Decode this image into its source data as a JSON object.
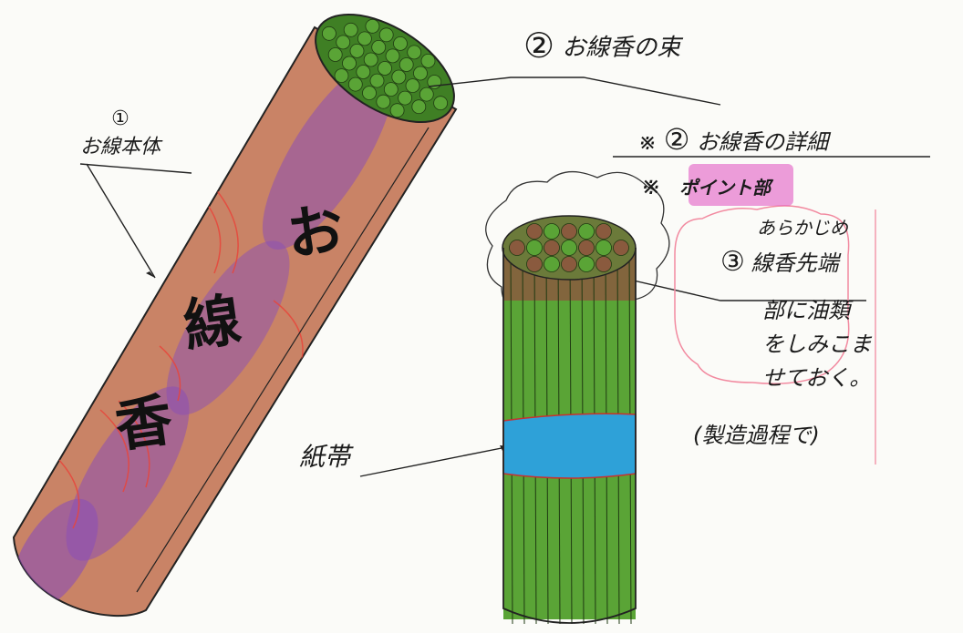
{
  "labels": {
    "main_body": {
      "number": "①",
      "text": "お線本体"
    },
    "bundle": {
      "number": "②",
      "text": "お線香の束"
    },
    "detail_heading": {
      "mark": "※",
      "number": "②",
      "text": "お線香の詳細"
    },
    "point_tag": {
      "mark": "※",
      "text": "ポイント部"
    },
    "note_line1": "あらかじめ",
    "note_line2_number": "③",
    "note_line2_text": "線香先端",
    "note_line3": "部に油類",
    "note_line4": "をしみこま",
    "note_line5": "せておく。",
    "note_process": "(製造過程で)",
    "paper_band": "紙帯",
    "can_text": [
      "お",
      "線",
      "香"
    ]
  },
  "colors": {
    "can_body": "#c98366",
    "can_purple": "#8a4fb5",
    "can_stripe": "#e8463b",
    "incense_green": "#5aa436",
    "incense_dark": "#3f7f24",
    "tip_brown": "#8a5a3e",
    "band_blue": "#2ea1d8",
    "highlight_pink": "#e04fc0",
    "note_outline": "#f28aa0"
  }
}
